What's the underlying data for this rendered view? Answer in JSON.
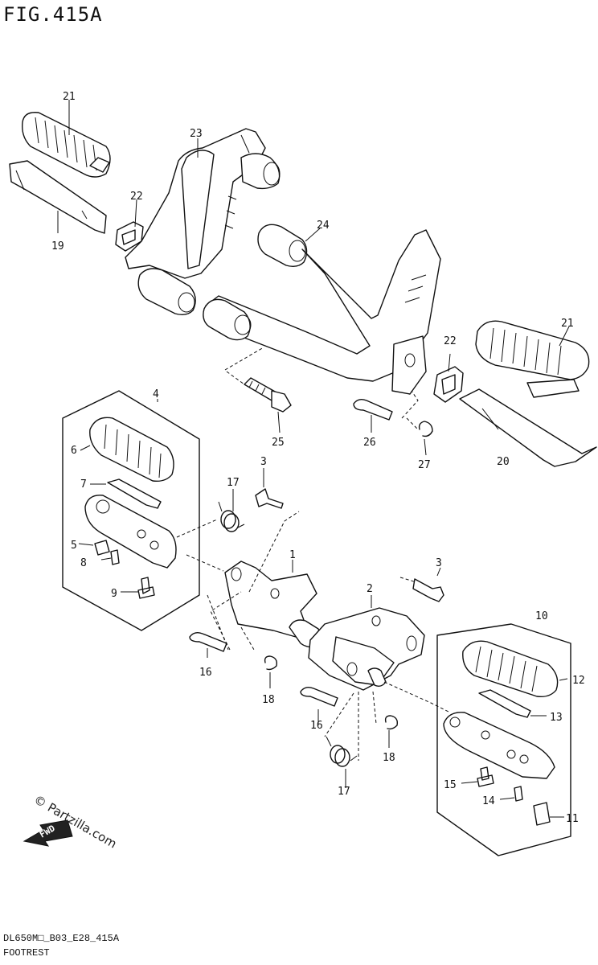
{
  "figure": {
    "title": "FIG.415A",
    "model_code": "DL650M□_B03_E28_415A",
    "name": "FOOTREST",
    "watermark": "© Partzilla.com",
    "direction_label": "FWD"
  },
  "callouts": [
    "21",
    "23",
    "22",
    "19",
    "24",
    "21",
    "22",
    "20",
    "25",
    "26",
    "27",
    "4",
    "6",
    "7",
    "17",
    "3",
    "5",
    "8",
    "9",
    "1",
    "16",
    "18",
    "3",
    "2",
    "10",
    "12",
    "13",
    "16",
    "18",
    "17",
    "15",
    "14",
    "11"
  ]
}
